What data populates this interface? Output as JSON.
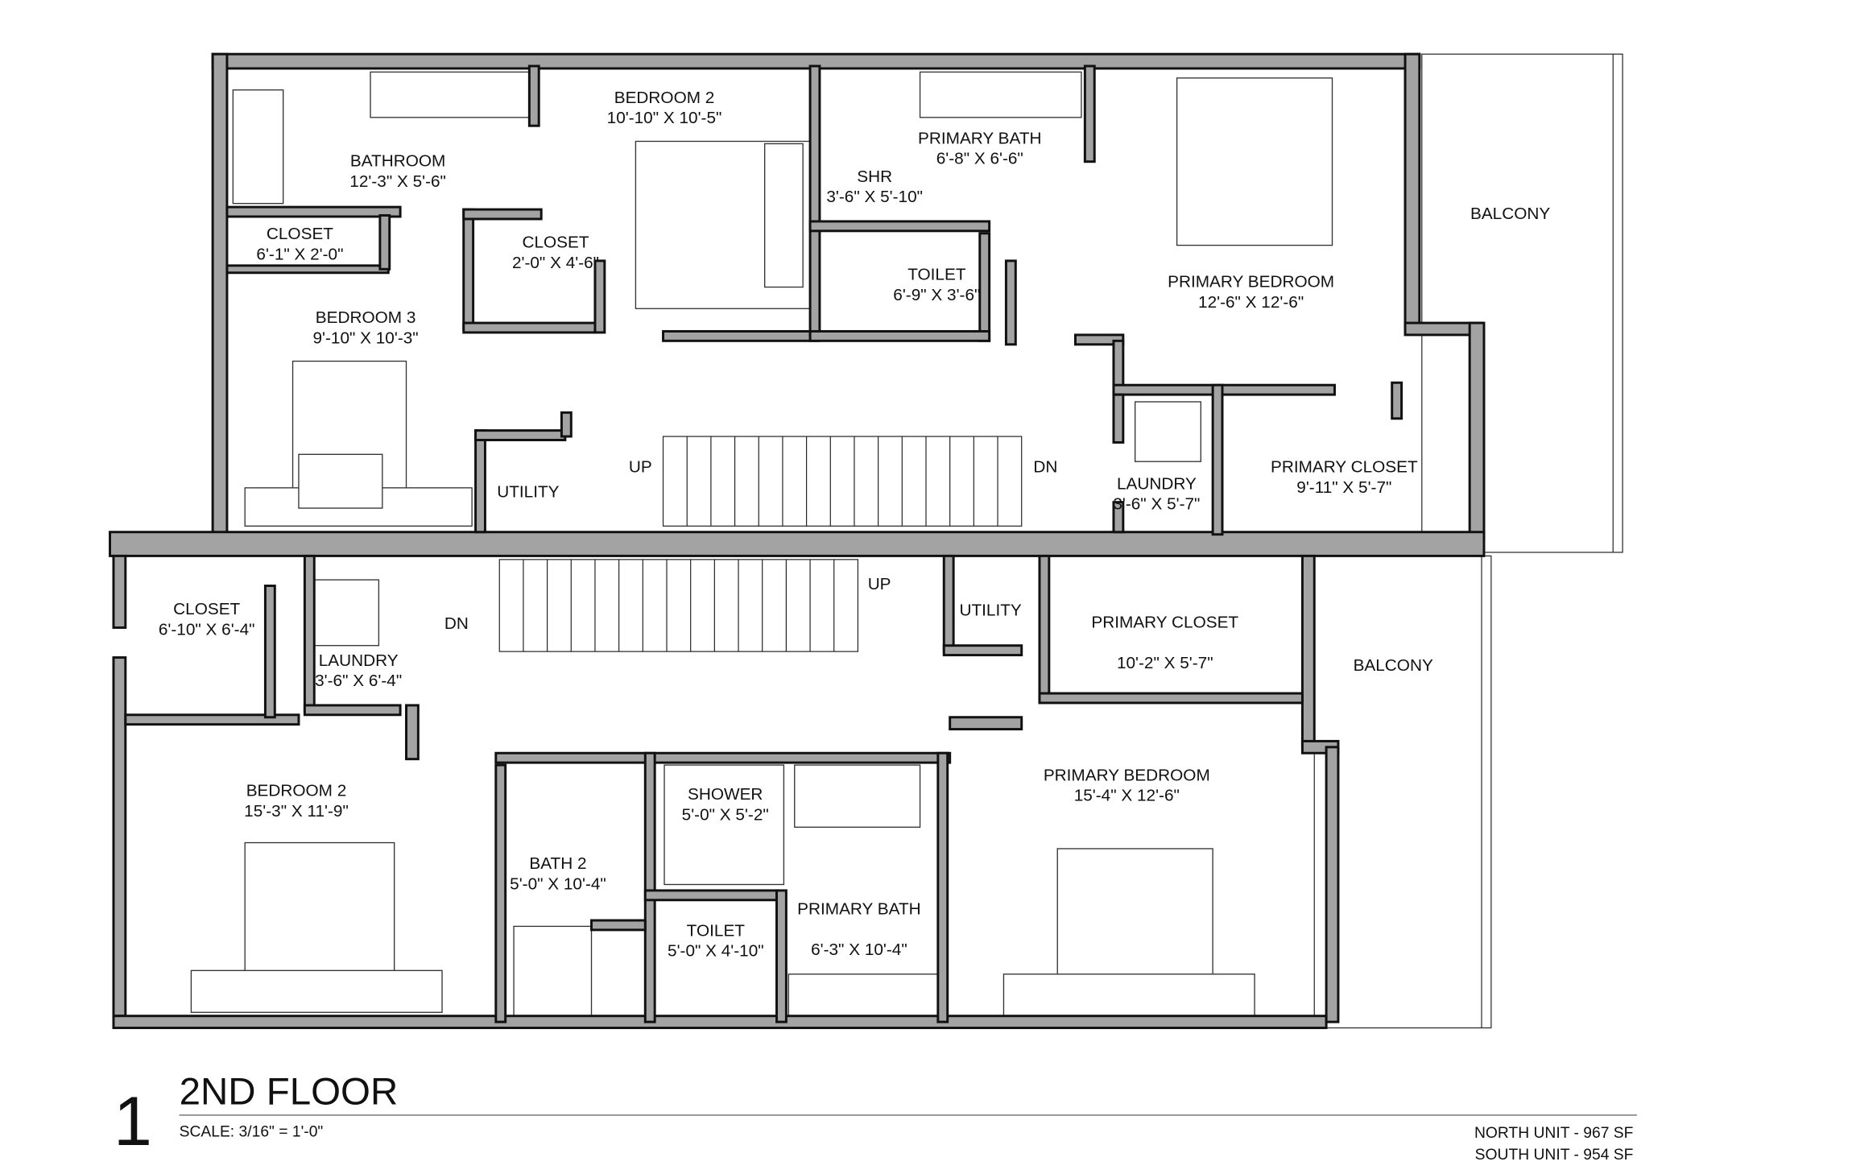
{
  "title": {
    "number": "1",
    "name": "2ND FLOOR",
    "scale": "SCALE:  3/16\" = 1'-0\""
  },
  "areas": {
    "north": "NORTH UNIT - 967 SF",
    "south": "SOUTH UNIT - 954 SF"
  },
  "north_unit": {
    "rooms": [
      {
        "name": "BATHROOM",
        "dims": "12'-3\" X 5'-6\""
      },
      {
        "name": "CLOSET",
        "dims": "6'-1\" X 2'-0\""
      },
      {
        "name": "BEDROOM 3",
        "dims": "9'-10\" X 10'-3\""
      },
      {
        "name": "CLOSET",
        "dims": "2'-0\" X 4'-6\""
      },
      {
        "name": "BEDROOM 2",
        "dims": "10'-10\" X 10'-5\""
      },
      {
        "name": "PRIMARY BATH",
        "dims": "6'-8\" X 6'-6\""
      },
      {
        "name": "SHR",
        "dims": "3'-6\" X 5'-10\""
      },
      {
        "name": "TOILET",
        "dims": "6'-9\" X 3'-6\""
      },
      {
        "name": "PRIMARY BEDROOM",
        "dims": "12'-6\" X 12'-6\""
      },
      {
        "name": "BALCONY",
        "dims": ""
      },
      {
        "name": "UTILITY",
        "dims": ""
      },
      {
        "name": "LAUNDRY",
        "dims": "3'-6\" X 5'-7\""
      },
      {
        "name": "PRIMARY CLOSET",
        "dims": "9'-11\" X 5'-7\""
      }
    ],
    "stairs": {
      "up": "UP",
      "down": "DN"
    }
  },
  "south_unit": {
    "rooms": [
      {
        "name": "CLOSET",
        "dims": "6'-10\" X 6'-4\""
      },
      {
        "name": "LAUNDRY",
        "dims": "3'-6\" X 6'-4\""
      },
      {
        "name": "UTILITY",
        "dims": ""
      },
      {
        "name": "PRIMARY CLOSET",
        "dims": "10'-2\" X 5'-7\""
      },
      {
        "name": "BALCONY",
        "dims": ""
      },
      {
        "name": "BEDROOM 2",
        "dims": "15'-3\" X 11'-9\""
      },
      {
        "name": "PRIMARY BEDROOM",
        "dims": "15'-4\" X  12'-6\""
      },
      {
        "name": "SHOWER",
        "dims": "5'-0\" X 5'-2\""
      },
      {
        "name": "BATH 2",
        "dims": "5'-0\" X 10'-4\""
      },
      {
        "name": "TOILET",
        "dims": "5'-0\" X 4'-10\""
      },
      {
        "name": "PRIMARY BATH",
        "dims": "6'-3\" X 10'-4\""
      }
    ],
    "stairs": {
      "up": "UP",
      "down": "DN"
    }
  },
  "colors": {
    "wall_fill": "#a3a3a3",
    "line": "#111111"
  }
}
